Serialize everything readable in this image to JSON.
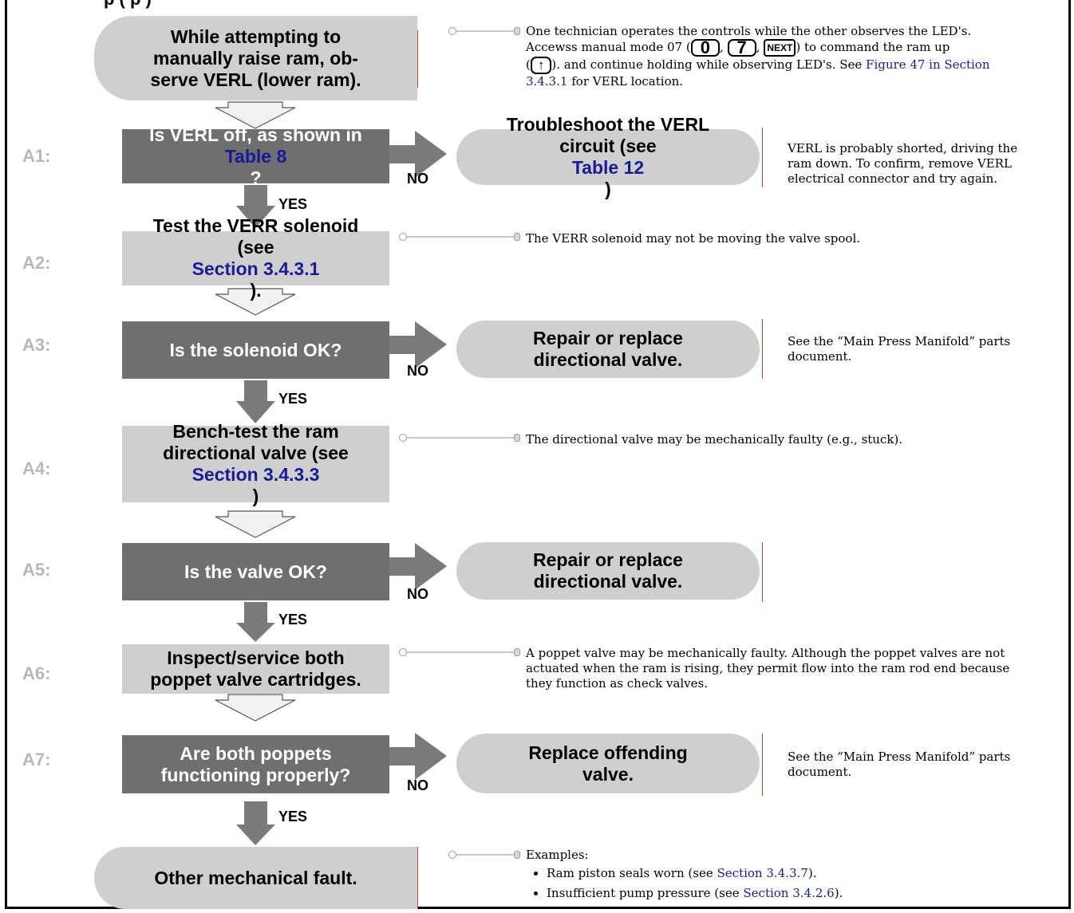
{
  "header": {
    "title": "p (                    p   )"
  },
  "steps": {
    "start": {
      "line1": "While attempting to",
      "line2": "manually raise ram, ob-",
      "line3": "serve VERL (lower ram)."
    },
    "a1": {
      "label": "A1:",
      "q1": "Is VERL off, as shown in",
      "q2_link": "Table 8",
      "q2_tail": "?"
    },
    "a1_no": {
      "line1": "Troubleshoot the VERL",
      "line2_pre": "circuit (see ",
      "line2_link": "Table 12",
      "line2_post": ")"
    },
    "a2": {
      "label": "A2:",
      "line1": "Test the VERR solenoid",
      "line2_pre": "(see ",
      "line2_link": "Section 3.4.3.1",
      "line2_post": ")."
    },
    "a3": {
      "label": "A3:",
      "q": "Is the solenoid OK?"
    },
    "a3_no": {
      "line1": "Repair or replace",
      "line2": "directional valve."
    },
    "a4": {
      "label": "A4:",
      "line1": "Bench-test the ram",
      "line2": "directional valve (see",
      "line3_link": "Section 3.4.3.3",
      "line3_post": ")"
    },
    "a5": {
      "label": "A5:",
      "q": "Is the valve OK?"
    },
    "a5_no": {
      "line1": "Repair or replace",
      "line2": "directional valve."
    },
    "a6": {
      "label": "A6:",
      "line1": "Inspect/service both",
      "line2": "poppet valve cartridges."
    },
    "a7": {
      "label": "A7:",
      "q1": "Are both poppets",
      "q2": "functioning properly?"
    },
    "a7_no": {
      "line1": "Replace offending",
      "line2": "valve."
    },
    "end": {
      "line1": "Other mechanical fault."
    }
  },
  "labels": {
    "no": "NO",
    "yes": "YES"
  },
  "notes": {
    "start": {
      "l1": "One technician operates the controls while the other observes the LED's.",
      "l2_pre": "Accewss manual mode 07 (",
      "key0": "0",
      "key7": "7",
      "keynext": "NEXT",
      "l2_post": ") to command the ram up",
      "l3_pre": "(",
      "keyup": "↑",
      "l3_post": "). and continue holding while observing LED's. See ",
      "l3_link": "Figure 47 in Section",
      "l4_link": "3.4.3.1",
      "l4_post": " for VERL location."
    },
    "a1": {
      "l1": "VERL is probably shorted, driving the",
      "l2": "ram down. To confirm, remove VERL",
      "l3": "electrical connector and try again."
    },
    "a2": {
      "l1": "The VERR solenoid may not be moving the valve spool."
    },
    "a3": {
      "l1": "See the “Main Press Manifold” parts",
      "l2": "document."
    },
    "a4": {
      "l1": "The directional valve may be mechanically faulty (e.g., stuck)."
    },
    "a6": {
      "l1": "A poppet valve may be mechanically faulty. Although the poppet valves are not",
      "l2": "actuated when the ram is rising, they permit flow into the ram rod end because",
      "l3": "they function as check valves."
    },
    "a7": {
      "l1": "See the “Main Press Manifold” parts",
      "l2": "document."
    },
    "end": {
      "heading": "Examples:",
      "items": [
        {
          "pre": "Ram piston seals worn (see ",
          "link": "Section 3.4.3.7",
          "post": ")."
        },
        {
          "pre": "Insufficient pump pressure (see ",
          "link": "Section 3.4.2.6",
          "post": ")."
        }
      ]
    }
  }
}
